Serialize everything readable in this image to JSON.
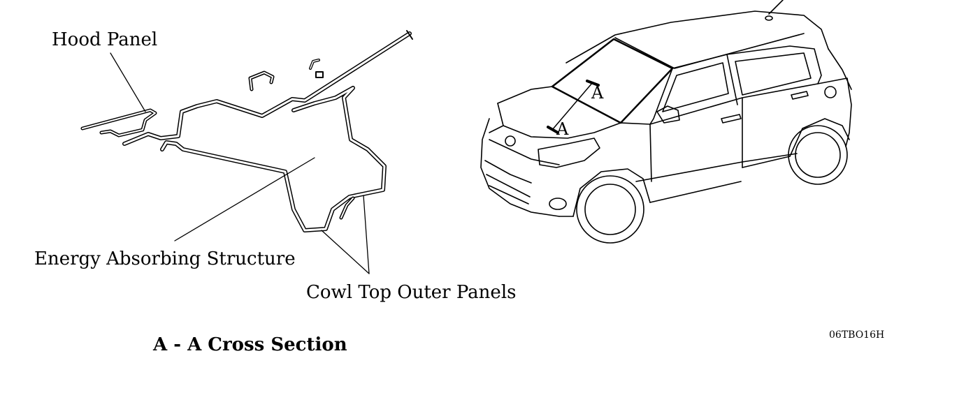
{
  "labels": {
    "hood_panel": "Hood Panel",
    "energy_absorbing_structure": "Energy Absorbing Structure",
    "cowl_top_outer_panels": "Cowl Top Outer Panels",
    "cross_section_title": "A - A Cross Section",
    "figure_code": "06TBO16H",
    "section_mark_upper": "A",
    "section_mark_lower": "A"
  },
  "colors": {
    "ink": "#000000",
    "paper": "#ffffff"
  }
}
